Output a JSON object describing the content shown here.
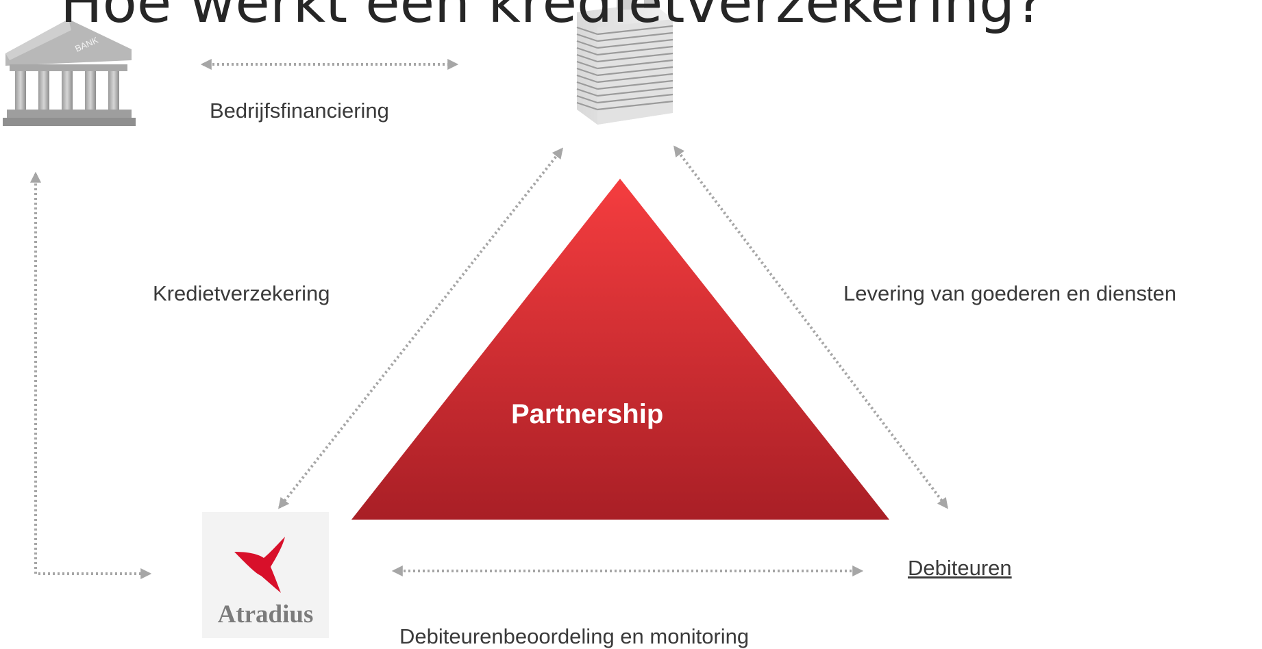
{
  "title": "Hoe werkt een kredietverzekering?",
  "labels": {
    "financing": "Bedrijfsfinanciering",
    "insurance": "Kredietverzekering",
    "delivery": "Levering van goederen en diensten",
    "debtors": "Debiteuren",
    "assessment": "Debiteurenbeoordeling en monitoring",
    "partnership": "Partnership"
  },
  "bank_sign": "BANK",
  "logo": {
    "name": "Atradius"
  },
  "colors": {
    "triangle_top": "#f53d3f",
    "triangle_bottom": "#a91f26",
    "arrow": "#a6a6a6",
    "logo_red": "#d8102a"
  }
}
